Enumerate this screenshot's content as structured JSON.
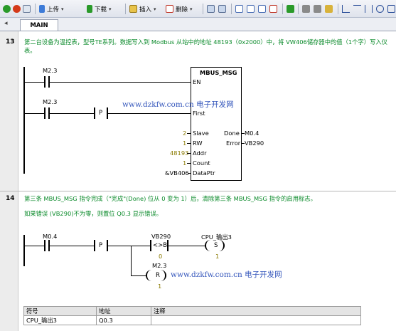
{
  "toolbar": {
    "upload_label": "上传",
    "download_label": "下载",
    "insert_label": "插入",
    "delete_label": "删除"
  },
  "tabs": [
    {
      "label": "MAIN"
    }
  ],
  "network13": {
    "number": "13",
    "comment": "第二台设备为温控表，型号TE系列。数据写入到 Modbus 从站中的地址 48193（0x2000）中，将 VW406储存器中的值（1个字）写入仪表。",
    "contact1": "M2.3",
    "contact2": "M2.3",
    "p_label": "P",
    "block": {
      "title": "MBUS_MSG",
      "en": "EN",
      "first": "First",
      "slave": "Slave",
      "rw": "RW",
      "addr": "Addr",
      "count": "Count",
      "dataptr": "DataPtr",
      "done": "Done",
      "error": "Error"
    },
    "slave_val": "2",
    "rw_val": "1",
    "addr_val": "48193",
    "count_val": "1",
    "dataptr_val": "&VB406",
    "done_out": "M0.4",
    "error_out": "VB290"
  },
  "network14": {
    "number": "14",
    "comment1": "第三条 MBUS_MSG 指令完成（\"完成\"(Done) 位从 0 变为 1）后，清除第三条 MBUS_MSG 指令的启用标志。",
    "comment2": "如果错误 (VB290)不为零，则置位 Q0.3 显示错误。",
    "contact": "M0.4",
    "p_label": "P",
    "cmp_top": "VB290",
    "cmp_op": "<>B",
    "cmp_val": "0",
    "set_addr": "CPU_输出3",
    "set_op": "S",
    "set_val": "1",
    "reset_addr": "M2.3",
    "reset_op": "R",
    "reset_val": "1"
  },
  "watermark": {
    "url": "www.dzkfw.com.cn",
    "name": "电子开发网"
  },
  "symbol_table": {
    "headers": [
      "符号",
      "地址",
      "注释"
    ],
    "rows": [
      [
        "CPU_输出3",
        "Q0.3",
        ""
      ]
    ]
  }
}
